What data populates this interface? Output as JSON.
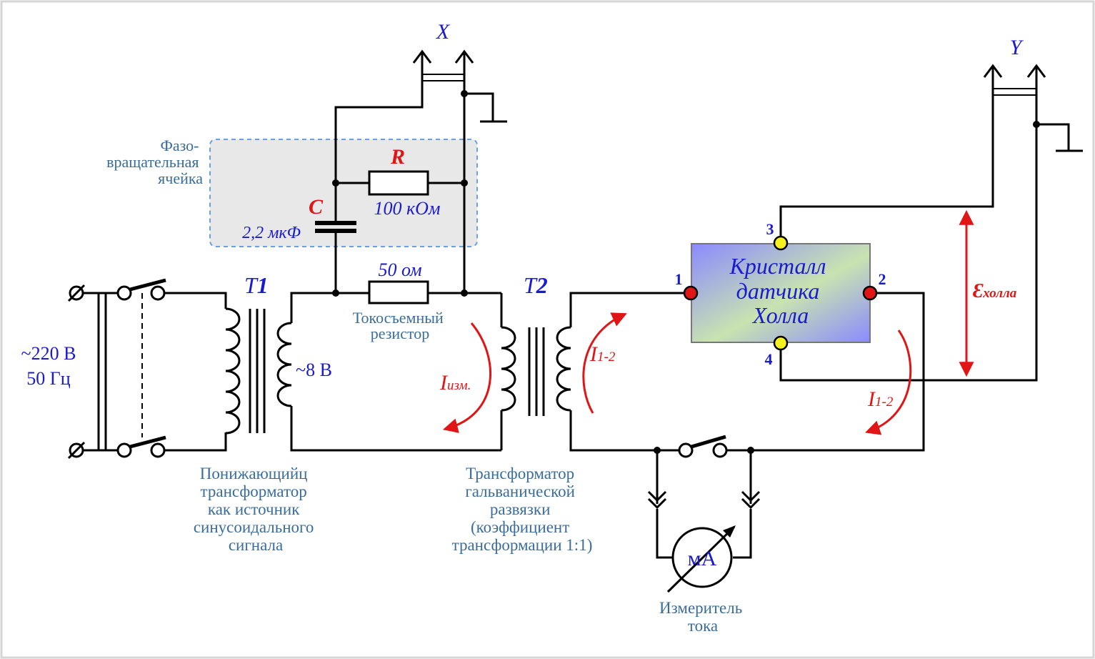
{
  "colors": {
    "wire": "#000000",
    "label_blue": "#1a1ad0",
    "label_red": "#e01515",
    "caption": "#3a6d99",
    "hall_plate_from": "#8a8aff",
    "hall_plate_mid": "#c9e3b0",
    "hall_plate_to": "#8a8aff",
    "phase_cell_bg": "#e8e8e8",
    "phase_cell_border": "#6aa0e8",
    "terminal_current": "#e01515",
    "terminal_voltage": "#f5f020"
  },
  "icons": {
    "ground": "ground-icon",
    "switch": "switch-icon",
    "terminal": "screw-terminal-icon",
    "ammeter": "milliammeter-icon"
  },
  "labels": {
    "out_x": "X",
    "out_y": "Y",
    "source_voltage": "~220 В",
    "source_freq": "50 Гц",
    "t1_letter": "T",
    "t1_num": "1",
    "t2_letter": "T",
    "t2_num": "2",
    "secondary_voltage": "~8 В",
    "phase_cell_line1": "Фазо-",
    "phase_cell_line2": "вращательная",
    "phase_cell_line3": "ячейка",
    "r_letter": "R",
    "r_value": "100 кОм",
    "c_letter": "C",
    "c_value": "2,2 мкФ",
    "shunt_value": "50 ом",
    "shunt_caption1": "Токосъемный",
    "shunt_caption2": "резистор",
    "i_meas_main": "I",
    "i_meas_sub": "изм.",
    "i12_main": "I",
    "i12_sub": "1-2",
    "i12b_main": "I",
    "i12b_sub": "1-2",
    "hall_line1": "Кристалл",
    "hall_line2": "датчика",
    "hall_line3": "Холла",
    "pin1": "1",
    "pin2": "2",
    "pin3": "3",
    "pin4": "4",
    "emf_main": "Ɛ",
    "emf_sub": "холла",
    "ammeter_unit": "мА",
    "meter_caption1": "Измеритель",
    "meter_caption2": "тока",
    "t1_caption1": "Понижающийц",
    "t1_caption2": "трансформатор",
    "t1_caption3": "как источник",
    "t1_caption4": "синусоидального",
    "t1_caption5": "сигнала",
    "t2_caption1": "Трансформатор",
    "t2_caption2": "гальванической",
    "t2_caption3": "развязки",
    "t2_caption4": "(коэффициент",
    "t2_caption5": "трансформации 1:1)"
  }
}
